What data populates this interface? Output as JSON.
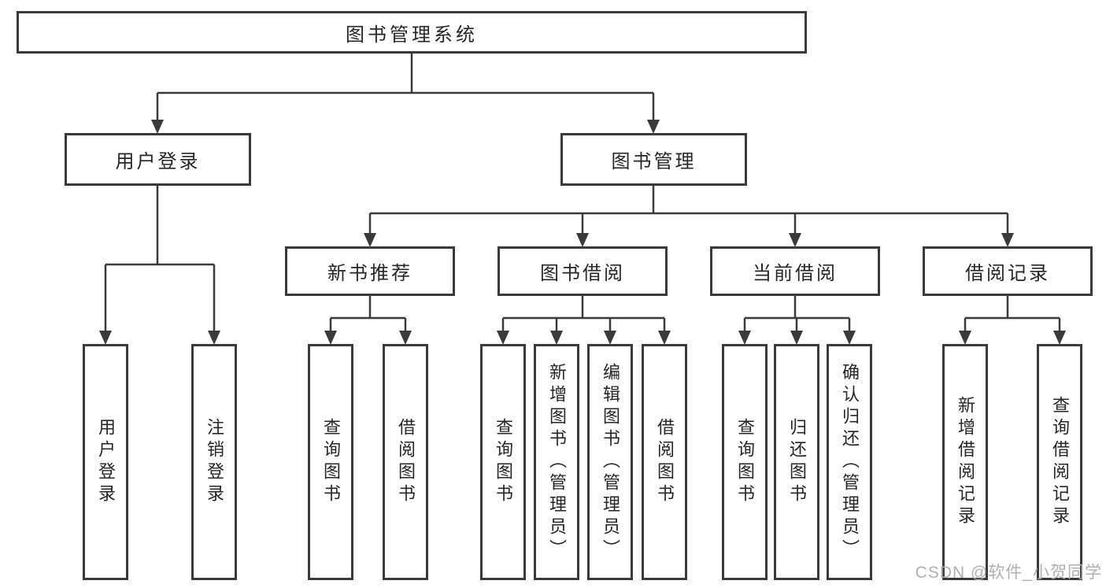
{
  "tree": {
    "label": "图书管理系统",
    "children": [
      {
        "label": "用户登录",
        "children": [
          {
            "label": "用户登录"
          },
          {
            "label": "注销登录"
          }
        ]
      },
      {
        "label": "图书管理",
        "children": [
          {
            "label": "新书推荐",
            "children": [
              {
                "label": "查询图书"
              },
              {
                "label": "借阅图书"
              }
            ]
          },
          {
            "label": "图书借阅",
            "children": [
              {
                "label": "查询图书"
              },
              {
                "label": "新增图书（管理员）"
              },
              {
                "label": "编辑图书（管理员）"
              },
              {
                "label": "借阅图书"
              }
            ]
          },
          {
            "label": "当前借阅",
            "children": [
              {
                "label": "查询图书"
              },
              {
                "label": "归还图书"
              },
              {
                "label": "确认归还（管理员）"
              }
            ]
          },
          {
            "label": "借阅记录",
            "children": [
              {
                "label": "新增借阅记录"
              },
              {
                "label": "查询借阅记录"
              }
            ]
          }
        ]
      }
    ]
  },
  "watermark": "CSDN @软件_小贺同学",
  "colors": {
    "line": "#3a3a3a",
    "box_border": "#3a3a3a",
    "box_background": "#ffffff",
    "text": "#262626",
    "watermark": "#ababb0",
    "background": "#ffffff"
  }
}
